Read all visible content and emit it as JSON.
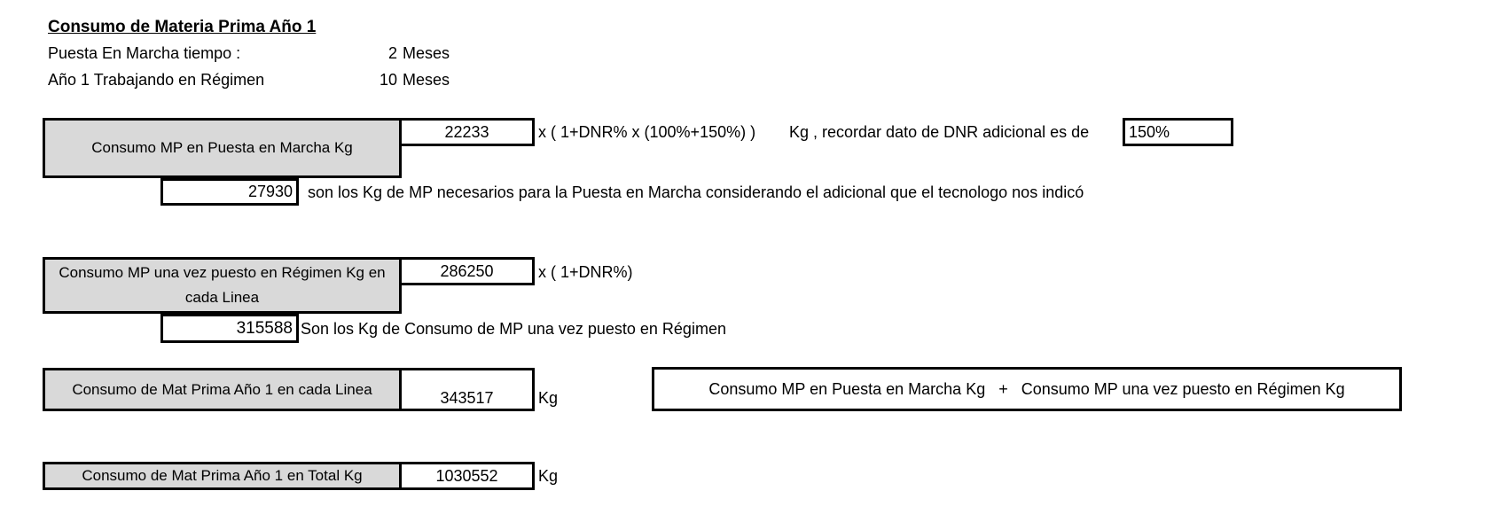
{
  "header": {
    "title": "Consumo de Materia Prima Año 1",
    "puesta_label": "Puesta En Marcha  tiempo :",
    "puesta_value": "2",
    "puesta_unit": "Meses",
    "regimen_label": "Año 1 Trabajando en Régimen",
    "regimen_value": "10",
    "regimen_unit": "Meses"
  },
  "puesta": {
    "label": "Consumo MP en Puesta en Marcha Kg",
    "base_value": "22233",
    "formula": "x ( 1+DNR% x (100%+150%) )",
    "note": "Kg , recordar dato de DNR adicional es de",
    "dnr_value": "150%",
    "result_value": "27930",
    "result_text": "son los Kg de MP necesarios para la Puesta en Marcha considerando el adicional que el tecnologo nos indicó"
  },
  "regimen": {
    "label": "Consumo MP una vez puesto en Régimen Kg en cada Linea",
    "base_value": "286250",
    "formula": "x ( 1+DNR%)",
    "result_value": "315588",
    "result_text": "Son los Kg  de Consumo de MP una vez puesto en Régimen"
  },
  "linea": {
    "label": "Consumo de Mat Prima Año 1 en cada Linea",
    "value": "343517",
    "unit": "Kg",
    "sum_formula": "Consumo MP en Puesta en Marcha Kg   +   Consumo MP una vez puesto en Régimen Kg"
  },
  "total": {
    "label": "Consumo de Mat Prima Año 1 en Total Kg",
    "value": "1030552",
    "unit": "Kg"
  }
}
